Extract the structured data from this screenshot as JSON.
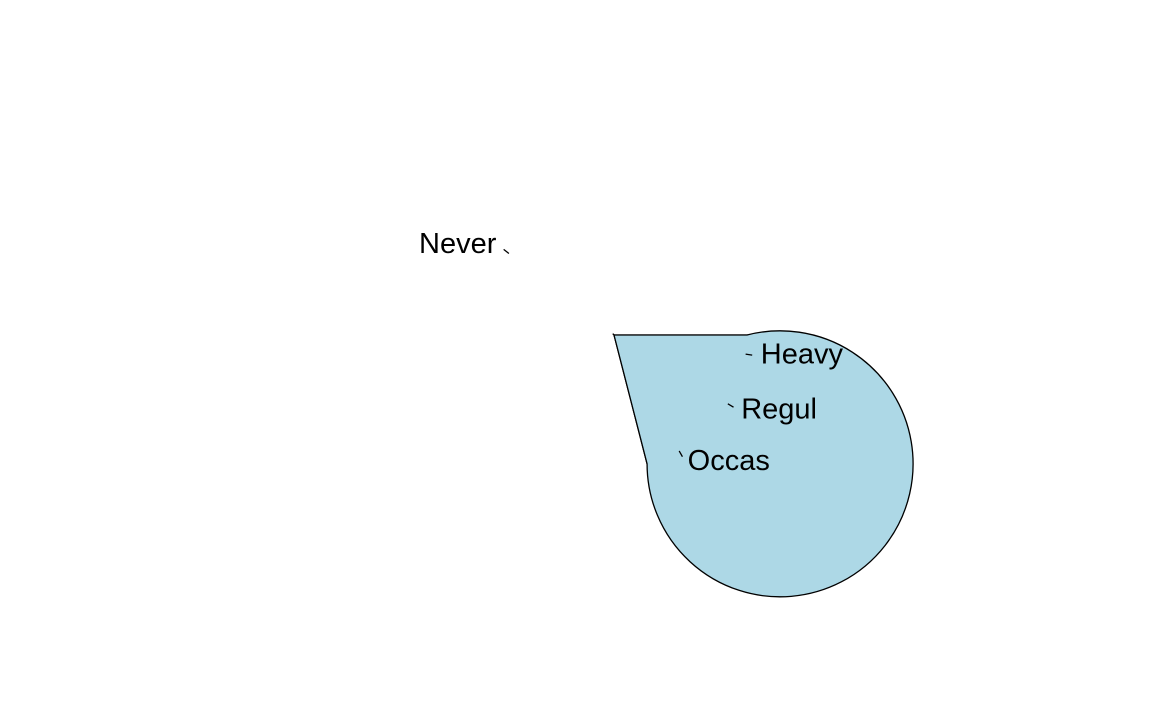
{
  "chart_data": {
    "type": "pie",
    "start_angle_deg": 0,
    "direction": "counterclockwise",
    "slices": [
      {
        "label": "Heavy",
        "value": 4.6,
        "color": "#ffffff"
      },
      {
        "label": "Regul",
        "value": 8.1,
        "color": "#e0ffff"
      },
      {
        "label": "Occas",
        "value": 8.3,
        "color": "#ffe4e1"
      },
      {
        "label": "Never",
        "value": 79.0,
        "color": "#add8e6"
      }
    ]
  }
}
